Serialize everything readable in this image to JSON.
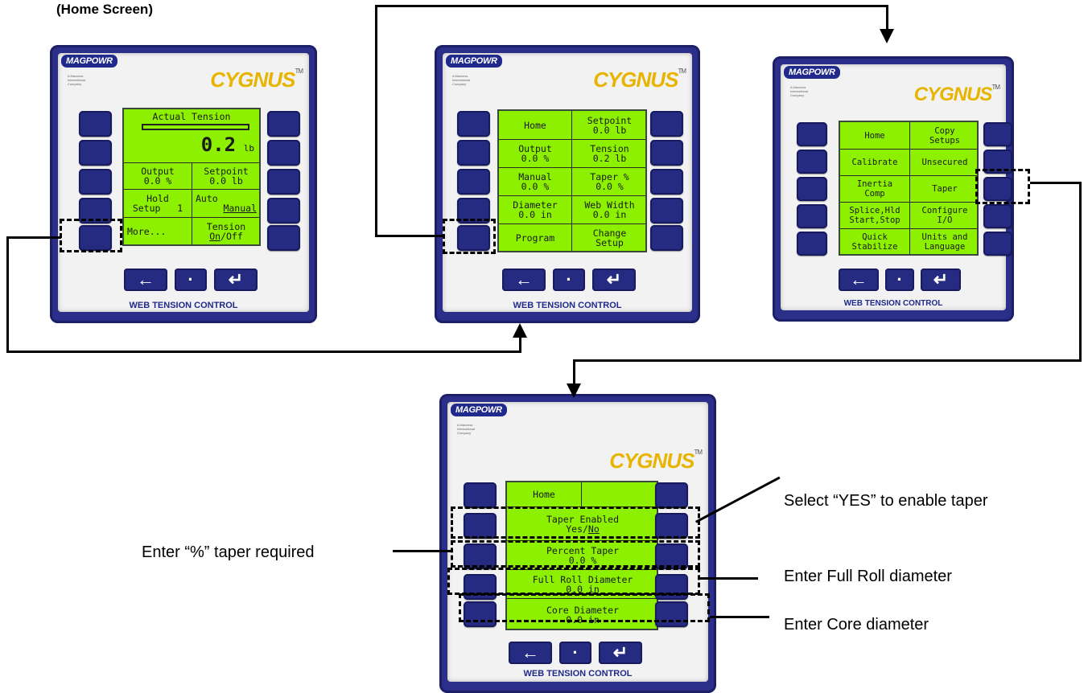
{
  "heading": "(Home Screen)",
  "brand": {
    "magpowr": "MAGPOWR",
    "maxcess": "A Maxcess International Company",
    "cygnus": "CYGNUS",
    "tm": "TM",
    "footer": "WEB TENSION CONTROL"
  },
  "nav_keys": [
    "←",
    "·",
    "↵"
  ],
  "panel1": {
    "title": "Actual Tension",
    "value": "0.2",
    "unit": "lb",
    "output_label": "Output",
    "output_value": "0.0 %",
    "setpoint_label": "Setpoint",
    "setpoint_value": "0.0 lb",
    "hold_label": "Hold",
    "setup_label": "Setup",
    "setup_num": "1",
    "auto_label": "Auto",
    "manual_label": "Manual",
    "more": "More...",
    "tension_label": "Tension",
    "on": "On",
    "off": "/Off"
  },
  "panel2": {
    "cells": [
      [
        "Home",
        "Setpoint\n0.0 lb"
      ],
      [
        "Output\n0.0 %",
        "Tension\n0.2 lb"
      ],
      [
        "Manual\n0.0 %",
        "Taper %\n0.0 %"
      ],
      [
        "Diameter\n0.0 in",
        "Web Width\n0.0 in"
      ],
      [
        "Program",
        "Change\nSetup"
      ]
    ]
  },
  "panel3": {
    "cells": [
      [
        "Home",
        "Copy\nSetups"
      ],
      [
        "Calibrate",
        "Unsecured"
      ],
      [
        "Inertia\nComp",
        "Taper"
      ],
      [
        "Splice,Hld\nStart,Stop",
        "Configure\nI/O"
      ],
      [
        "Quick\nStabilize",
        "Units and\nLanguage"
      ]
    ]
  },
  "panel4": {
    "home": "Home",
    "taper_enabled": "Taper Enabled",
    "yes": "Yes/",
    "no": "No",
    "percent_taper": "Percent Taper",
    "percent_value": "0.0 %",
    "full_roll": "Full Roll Diameter",
    "full_roll_value": "0.0 in",
    "core": "Core Diameter",
    "core_value": "0.0 in"
  },
  "annotations": {
    "select_yes": "Select “YES” to enable taper",
    "enter_percent": "Enter “%” taper required",
    "enter_full": "Enter Full Roll diameter",
    "enter_core": "Enter Core diameter"
  }
}
